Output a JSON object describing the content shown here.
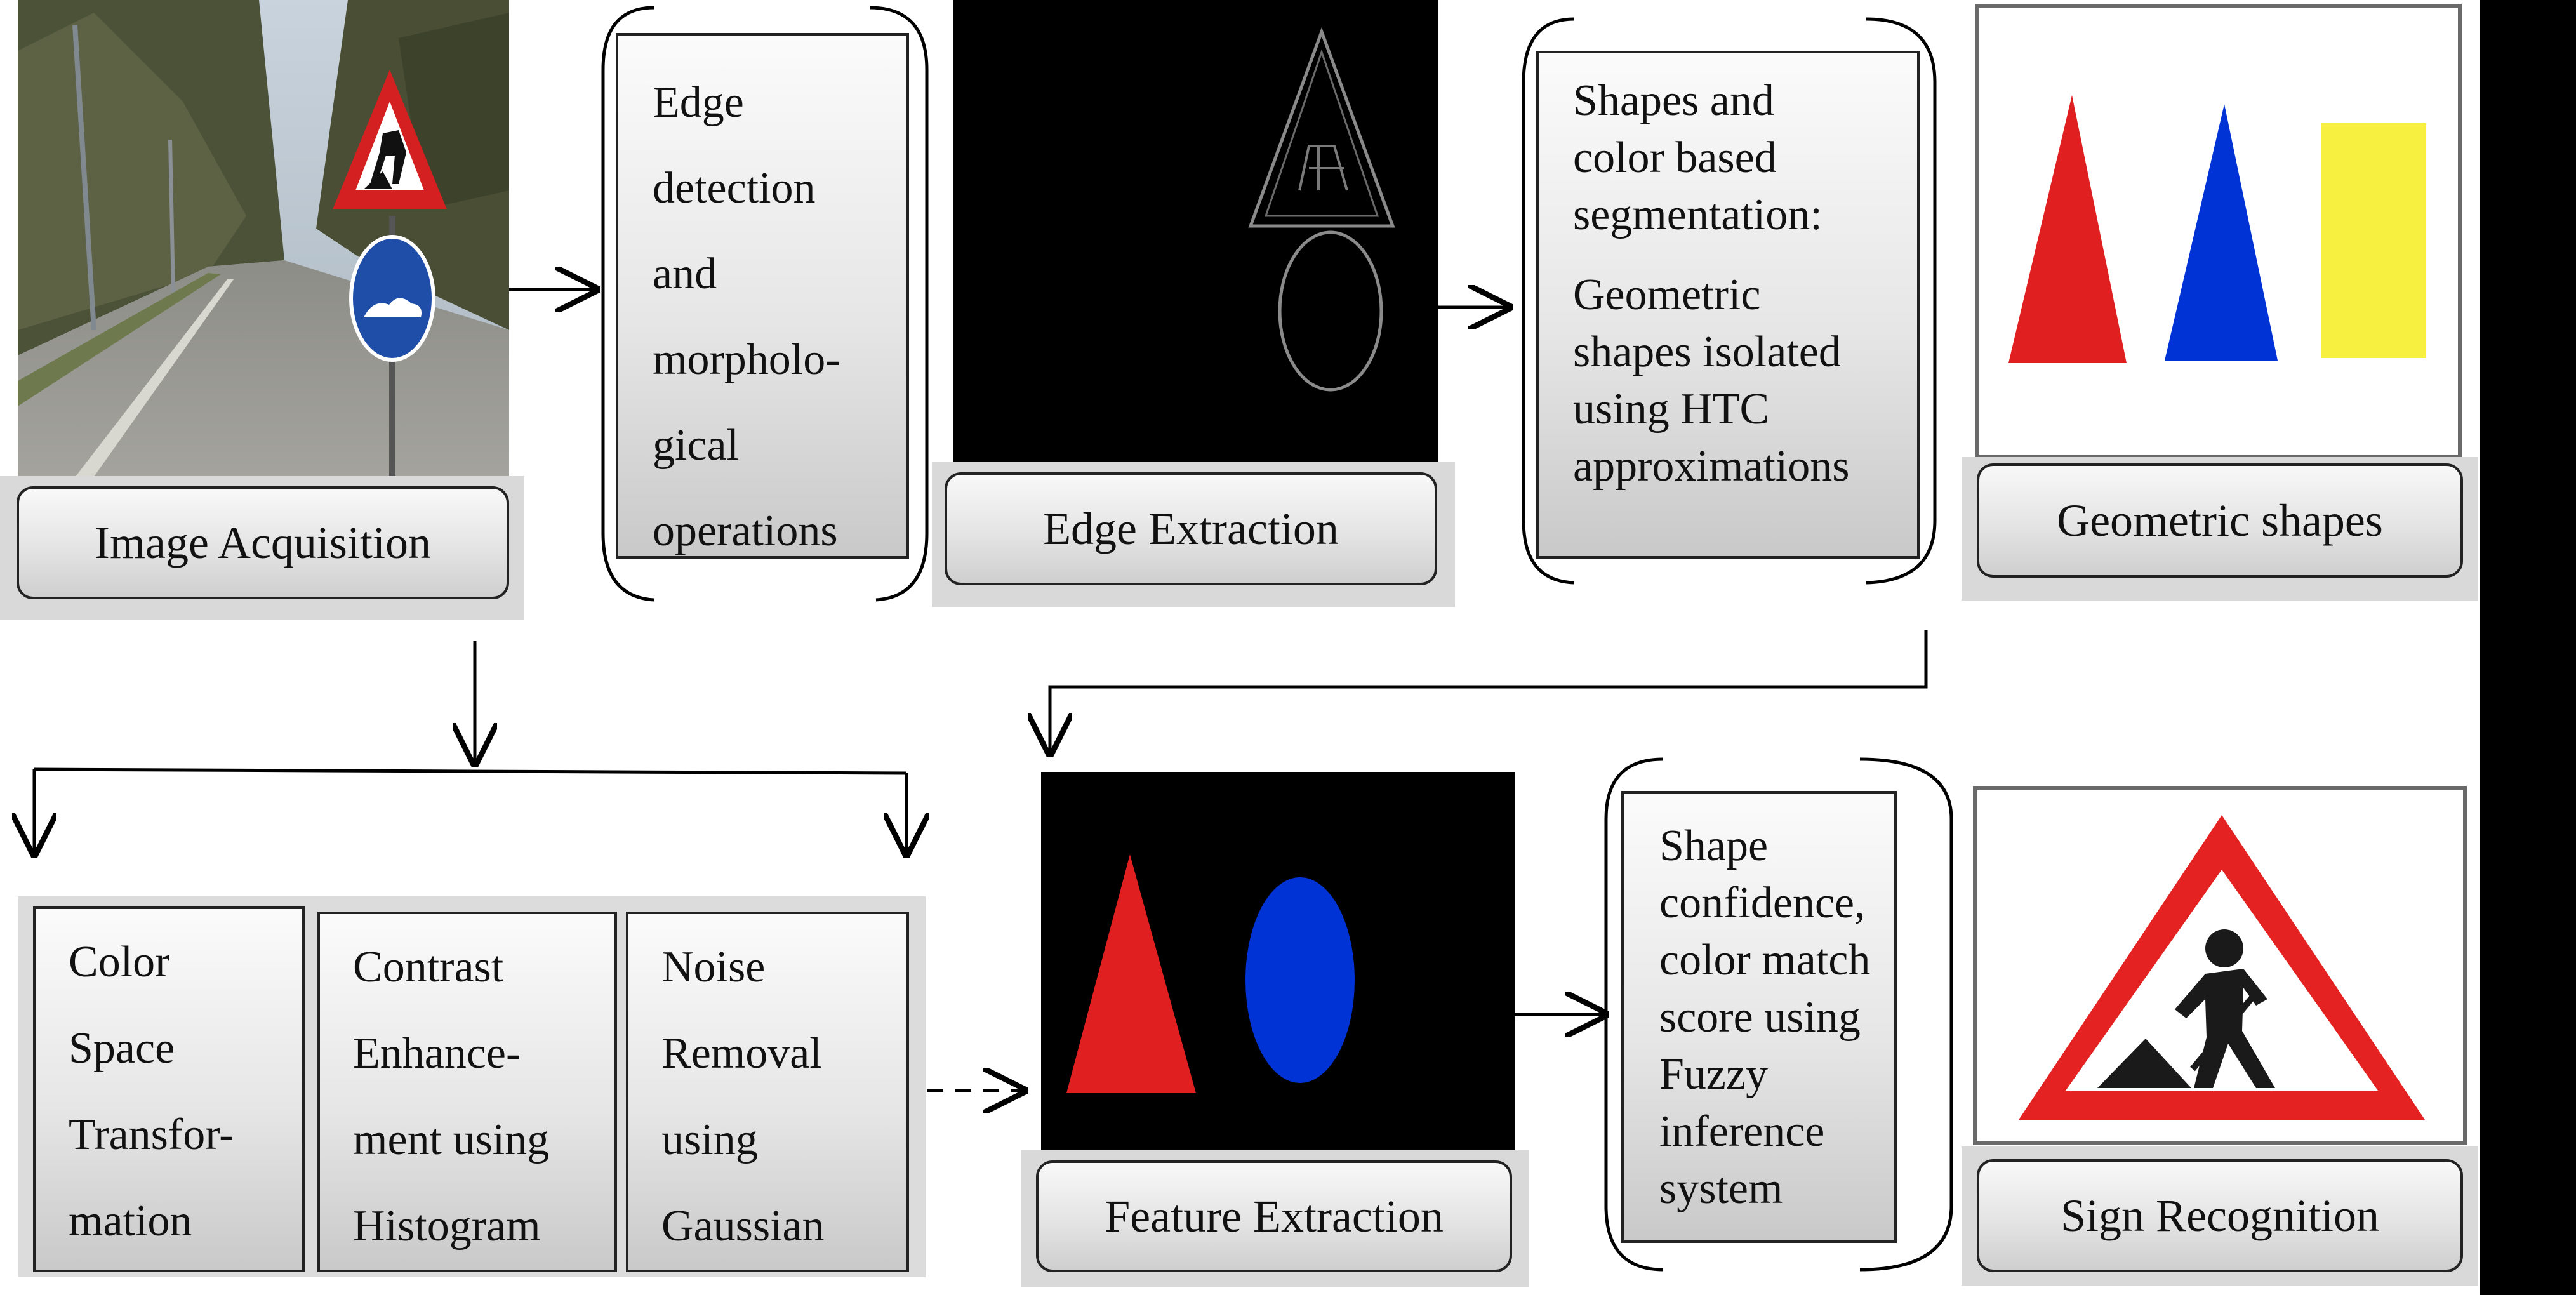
{
  "stages": {
    "image_acquisition": "Image Acquisition",
    "edge_detection": [
      "Edge",
      "detection",
      "and",
      "morpholo-",
      "gical",
      "operations"
    ],
    "edge_extraction": "Edge Extraction",
    "segmentation": {
      "heading": [
        "Shapes and",
        "color based",
        "segmentation:"
      ],
      "body": [
        "Geometric",
        "shapes isolated",
        "using HTC",
        "approximations"
      ]
    },
    "geometric_shapes": "Geometric shapes",
    "preprocessing": [
      [
        "Color",
        "Space",
        "Transfor-",
        "mation"
      ],
      [
        "Contrast",
        "Enhance-",
        "ment using",
        "Histogram"
      ],
      [
        "Noise",
        "Removal",
        "using",
        "Gaussian"
      ]
    ],
    "feature_extraction": "Feature Extraction",
    "fuzzy": [
      "Shape",
      "confidence,",
      "color match",
      "score using",
      "Fuzzy",
      "inference",
      "system"
    ],
    "sign_recognition": "Sign Recognition"
  },
  "colors": {
    "red": "#e02020",
    "blue": "#0033d6",
    "yellow": "#f8f040",
    "black": "#000000"
  }
}
